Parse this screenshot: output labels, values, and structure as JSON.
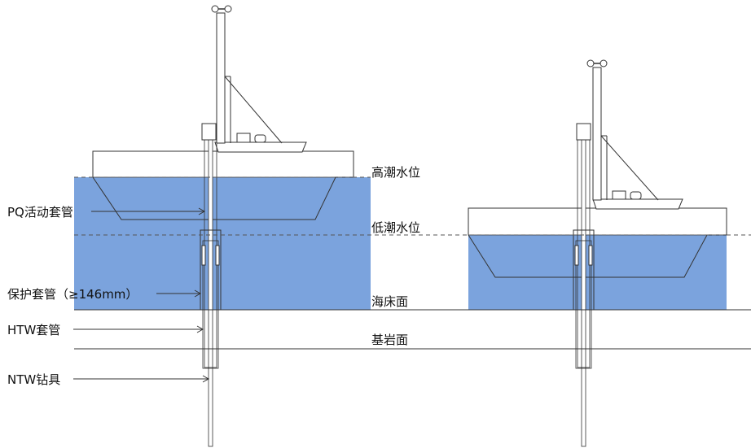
{
  "colors": {
    "water": "#7ba3dd",
    "line": "#333333",
    "dashed": "#555555"
  },
  "labels": {
    "pq_casing": "PQ活动套管",
    "protective_casing": "保护套管（≥146mm）",
    "htw_casing": "HTW套管",
    "ntw_drill": "NTW钻具",
    "high_tide": "高潮水位",
    "low_tide": "低潮水位",
    "seabed": "海床面",
    "bedrock": "基岩面"
  },
  "icons": {
    "crown_pulley": "crown-pulley-icon",
    "cabin": "cabin-icon"
  }
}
